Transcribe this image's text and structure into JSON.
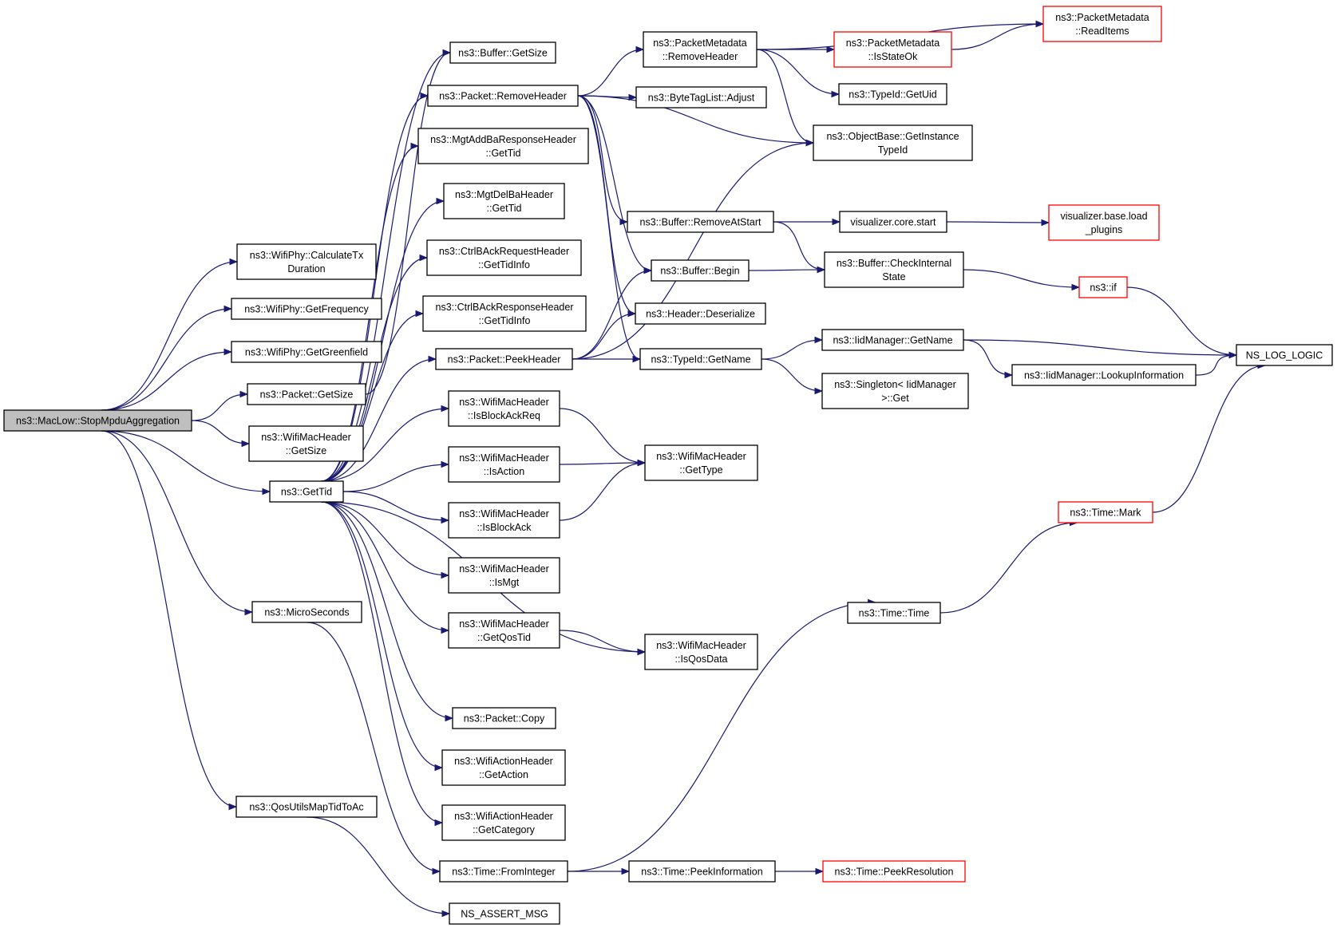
{
  "colors": {
    "edge": "#191970",
    "node_border": "#000000",
    "node_border_truncated": "#ff0000",
    "root_fill": "#bfbfbf",
    "node_fill": "#ffffff"
  },
  "nodes": [
    {
      "id": "root",
      "lines": [
        "ns3::MacLow::StopMpduAggregation"
      ],
      "kind": "root"
    },
    {
      "id": "calctx",
      "lines": [
        "ns3::WifiPhy::CalculateTx",
        "Duration"
      ],
      "kind": "normal"
    },
    {
      "id": "getfreq",
      "lines": [
        "ns3::WifiPhy::GetFrequency"
      ],
      "kind": "normal"
    },
    {
      "id": "getgreen",
      "lines": [
        "ns3::WifiPhy::GetGreenfield"
      ],
      "kind": "normal"
    },
    {
      "id": "pktsize",
      "lines": [
        "ns3::Packet::GetSize"
      ],
      "kind": "normal"
    },
    {
      "id": "wmhsize",
      "lines": [
        "ns3::WifiMacHeader",
        "::GetSize"
      ],
      "kind": "normal"
    },
    {
      "id": "gettid",
      "lines": [
        "ns3::GetTid"
      ],
      "kind": "normal"
    },
    {
      "id": "micro",
      "lines": [
        "ns3::MicroSeconds"
      ],
      "kind": "normal"
    },
    {
      "id": "qosmap",
      "lines": [
        "ns3::QosUtilsMapTidToAc"
      ],
      "kind": "normal"
    },
    {
      "id": "bufsize",
      "lines": [
        "ns3::Buffer::GetSize"
      ],
      "kind": "normal"
    },
    {
      "id": "pktrem",
      "lines": [
        "ns3::Packet::RemoveHeader"
      ],
      "kind": "normal"
    },
    {
      "id": "addba",
      "lines": [
        "ns3::MgtAddBaResponseHeader",
        "::GetTid"
      ],
      "kind": "normal"
    },
    {
      "id": "delba",
      "lines": [
        "ns3::MgtDelBaHeader",
        "::GetTid"
      ],
      "kind": "normal"
    },
    {
      "id": "ctrlreq",
      "lines": [
        "ns3::CtrlBAckRequestHeader",
        "::GetTidInfo"
      ],
      "kind": "normal"
    },
    {
      "id": "ctrlresp",
      "lines": [
        "ns3::CtrlBAckResponseHeader",
        "::GetTidInfo"
      ],
      "kind": "normal"
    },
    {
      "id": "pktpeek",
      "lines": [
        "ns3::Packet::PeekHeader"
      ],
      "kind": "normal"
    },
    {
      "id": "isbar",
      "lines": [
        "ns3::WifiMacHeader",
        "::IsBlockAckReq"
      ],
      "kind": "normal"
    },
    {
      "id": "isaction",
      "lines": [
        "ns3::WifiMacHeader",
        "::IsAction"
      ],
      "kind": "normal"
    },
    {
      "id": "isba",
      "lines": [
        "ns3::WifiMacHeader",
        "::IsBlockAck"
      ],
      "kind": "normal"
    },
    {
      "id": "ismgt",
      "lines": [
        "ns3::WifiMacHeader",
        "::IsMgt"
      ],
      "kind": "normal"
    },
    {
      "id": "getqostid",
      "lines": [
        "ns3::WifiMacHeader",
        "::GetQosTid"
      ],
      "kind": "normal"
    },
    {
      "id": "pktcopy",
      "lines": [
        "ns3::Packet::Copy"
      ],
      "kind": "normal"
    },
    {
      "id": "getaction",
      "lines": [
        "ns3::WifiActionHeader",
        "::GetAction"
      ],
      "kind": "normal"
    },
    {
      "id": "getcat",
      "lines": [
        "ns3::WifiActionHeader",
        "::GetCategory"
      ],
      "kind": "normal"
    },
    {
      "id": "fromint",
      "lines": [
        "ns3::Time::FromInteger"
      ],
      "kind": "normal"
    },
    {
      "id": "assert",
      "lines": [
        "NS_ASSERT_MSG"
      ],
      "kind": "normal"
    },
    {
      "id": "pmrem",
      "lines": [
        "ns3::PacketMetadata",
        "::RemoveHeader"
      ],
      "kind": "normal"
    },
    {
      "id": "adjust",
      "lines": [
        "ns3::ByteTagList::Adjust"
      ],
      "kind": "normal"
    },
    {
      "id": "remstart",
      "lines": [
        "ns3::Buffer::RemoveAtStart"
      ],
      "kind": "normal"
    },
    {
      "id": "begin",
      "lines": [
        "ns3::Buffer::Begin"
      ],
      "kind": "normal"
    },
    {
      "id": "deser",
      "lines": [
        "ns3::Header::Deserialize"
      ],
      "kind": "normal"
    },
    {
      "id": "tidname",
      "lines": [
        "ns3::TypeId::GetName"
      ],
      "kind": "normal"
    },
    {
      "id": "gettype",
      "lines": [
        "ns3::WifiMacHeader",
        "::GetType"
      ],
      "kind": "normal"
    },
    {
      "id": "isqos",
      "lines": [
        "ns3::WifiMacHeader",
        "::IsQosData"
      ],
      "kind": "normal"
    },
    {
      "id": "peekinfo",
      "lines": [
        "ns3::Time::PeekInformation"
      ],
      "kind": "normal"
    },
    {
      "id": "readitems",
      "lines": [
        "ns3::PacketMetadata",
        "::ReadItems"
      ],
      "kind": "truncated"
    },
    {
      "id": "isstateok",
      "lines": [
        "ns3::PacketMetadata",
        "::IsStateOk"
      ],
      "kind": "truncated"
    },
    {
      "id": "getuid",
      "lines": [
        "ns3::TypeId::GetUid"
      ],
      "kind": "normal"
    },
    {
      "id": "getinst",
      "lines": [
        "ns3::ObjectBase::GetInstance",
        "TypeId"
      ],
      "kind": "normal"
    },
    {
      "id": "vcstart",
      "lines": [
        "visualizer.core.start"
      ],
      "kind": "normal"
    },
    {
      "id": "vbload",
      "lines": [
        "visualizer.base.load",
        "_plugins"
      ],
      "kind": "truncated"
    },
    {
      "id": "checkint",
      "lines": [
        "ns3::Buffer::CheckInternal",
        "State"
      ],
      "kind": "normal"
    },
    {
      "id": "if",
      "lines": [
        "ns3::if"
      ],
      "kind": "truncated"
    },
    {
      "id": "iidname",
      "lines": [
        "ns3::IidManager::GetName"
      ],
      "kind": "normal"
    },
    {
      "id": "lookup",
      "lines": [
        "ns3::IidManager::LookupInformation"
      ],
      "kind": "normal"
    },
    {
      "id": "singleton",
      "lines": [
        "ns3::Singleton< IidManager",
        ">::Get"
      ],
      "kind": "normal"
    },
    {
      "id": "nslog",
      "lines": [
        "NS_LOG_LOGIC"
      ],
      "kind": "normal"
    },
    {
      "id": "mark",
      "lines": [
        "ns3::Time::Mark"
      ],
      "kind": "truncated"
    },
    {
      "id": "timetime",
      "lines": [
        "ns3::Time::Time"
      ],
      "kind": "normal"
    },
    {
      "id": "peekres",
      "lines": [
        "ns3::Time::PeekResolution"
      ],
      "kind": "truncated"
    }
  ],
  "edges": [
    [
      "root",
      "calctx"
    ],
    [
      "root",
      "getfreq"
    ],
    [
      "root",
      "getgreen"
    ],
    [
      "root",
      "pktsize"
    ],
    [
      "root",
      "wmhsize"
    ],
    [
      "root",
      "gettid"
    ],
    [
      "root",
      "micro"
    ],
    [
      "root",
      "qosmap"
    ],
    [
      "pktsize",
      "bufsize"
    ],
    [
      "gettid",
      "bufsize"
    ],
    [
      "gettid",
      "pktrem"
    ],
    [
      "gettid",
      "addba"
    ],
    [
      "gettid",
      "delba"
    ],
    [
      "gettid",
      "ctrlreq"
    ],
    [
      "gettid",
      "ctrlresp"
    ],
    [
      "gettid",
      "pktpeek"
    ],
    [
      "gettid",
      "isbar"
    ],
    [
      "gettid",
      "isaction"
    ],
    [
      "gettid",
      "isba"
    ],
    [
      "gettid",
      "ismgt"
    ],
    [
      "gettid",
      "getqostid"
    ],
    [
      "gettid",
      "isqos"
    ],
    [
      "gettid",
      "pktcopy"
    ],
    [
      "gettid",
      "getaction"
    ],
    [
      "gettid",
      "getcat"
    ],
    [
      "micro",
      "fromint"
    ],
    [
      "qosmap",
      "assert"
    ],
    [
      "pktrem",
      "pmrem"
    ],
    [
      "pktrem",
      "adjust"
    ],
    [
      "pktrem",
      "getinst"
    ],
    [
      "pktrem",
      "remstart"
    ],
    [
      "pktrem",
      "begin"
    ],
    [
      "pktrem",
      "deser"
    ],
    [
      "pktrem",
      "tidname"
    ],
    [
      "pktpeek",
      "getinst"
    ],
    [
      "pktpeek",
      "begin"
    ],
    [
      "pktpeek",
      "deser"
    ],
    [
      "pktpeek",
      "tidname"
    ],
    [
      "pmrem",
      "readitems"
    ],
    [
      "pmrem",
      "isstateok"
    ],
    [
      "pmrem",
      "getuid"
    ],
    [
      "pmrem",
      "getinst"
    ],
    [
      "isstateok",
      "readitems"
    ],
    [
      "remstart",
      "vcstart"
    ],
    [
      "remstart",
      "checkint"
    ],
    [
      "begin",
      "checkint"
    ],
    [
      "vcstart",
      "vbload"
    ],
    [
      "checkint",
      "if"
    ],
    [
      "if",
      "nslog"
    ],
    [
      "tidname",
      "iidname"
    ],
    [
      "tidname",
      "singleton"
    ],
    [
      "iidname",
      "nslog"
    ],
    [
      "iidname",
      "lookup"
    ],
    [
      "lookup",
      "nslog"
    ],
    [
      "isbar",
      "gettype"
    ],
    [
      "isaction",
      "gettype"
    ],
    [
      "isba",
      "gettype"
    ],
    [
      "getqostid",
      "isqos"
    ],
    [
      "fromint",
      "peekinfo"
    ],
    [
      "fromint",
      "timetime"
    ],
    [
      "peekinfo",
      "peekres"
    ],
    [
      "timetime",
      "mark"
    ],
    [
      "mark",
      "nslog"
    ]
  ]
}
